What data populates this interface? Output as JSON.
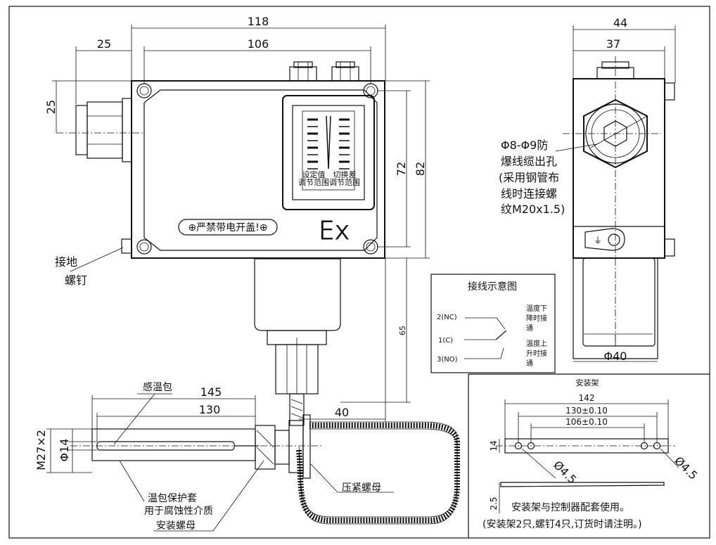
{
  "dimensions": {
    "d118": "118",
    "d106": "106",
    "d25_top": "25",
    "d25_left": "25",
    "d72": "72",
    "d82": "82",
    "d65": "65",
    "d145": "145",
    "d130": "130",
    "d40": "40",
    "dM27": "M27×2",
    "dPhi14": "Φ14",
    "d44": "44",
    "d37": "37",
    "dPhi40": "Φ40"
  },
  "front_labels": {
    "ground_line1": "接地",
    "ground_line2": "螺钉",
    "warning": "⊕严禁带电开盖!⊕",
    "ex_mark": "Ex",
    "scale_left": "设定值\n调节范围",
    "scale_right": "切换差\n调节范围",
    "bulb": "感温包",
    "sleeve_line1": "温包保护套",
    "sleeve_line2": "用于腐蚀性介质",
    "mount_nut": "安装螺母",
    "gland_nut": "压紧螺母"
  },
  "side_labels": {
    "note_line1": "Φ8-Φ9防",
    "note_line2": "爆线缆出孔",
    "note_line3": "(采用钢管布",
    "note_line4": "线时连接螺",
    "note_line5": "纹M20x1.5)"
  },
  "wiring": {
    "title": "接线示意图",
    "nc": "2(NC)",
    "c": "1(C)",
    "no": "3(NO)",
    "temp_down": [
      "温度下",
      "降时接",
      "通"
    ],
    "temp_up": [
      "温度上",
      "升时接",
      "通"
    ]
  },
  "bracket": {
    "title": "安装架",
    "d142": "142",
    "d130": "130±0.10",
    "d106": "106±0.10",
    "d14": "14",
    "d25": "2.5",
    "hole_left": "Ø4.5",
    "hole_right": "Ø4.5",
    "note1": "安装架与控制器配套使用。",
    "note2": "(安装架2只,螺钉4只,订货时请注明。)"
  }
}
